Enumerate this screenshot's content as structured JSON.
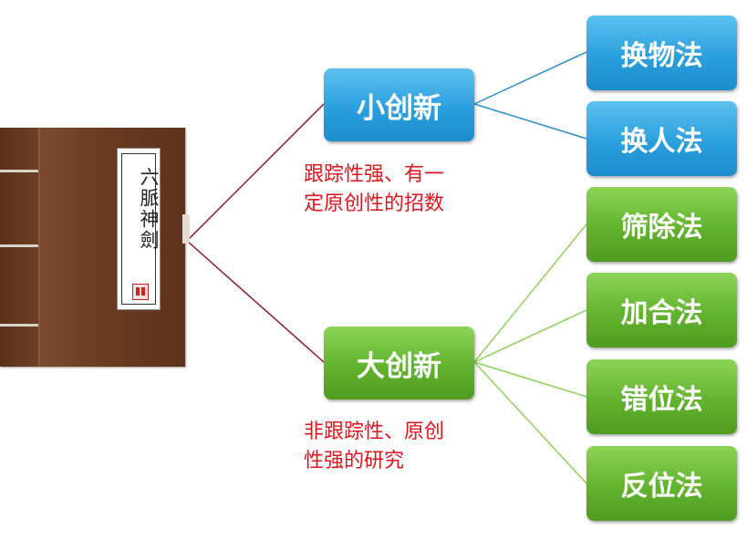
{
  "book": {
    "title": "六脈神劍",
    "seal_text": "印章"
  },
  "small_innovation": {
    "label": "小创新",
    "note_line1": "跟踪性强、有一",
    "note_line2": "定原创性的招数",
    "color": "#2b9fde",
    "line_color": "#2a8fc8",
    "methods": [
      "换物法",
      "换人法"
    ]
  },
  "big_innovation": {
    "label": "大创新",
    "note_line1": "非跟踪性、原创",
    "note_line2": "性强的研究",
    "color": "#62b32e",
    "line_color": "#8fd05a",
    "methods": [
      "筛除法",
      "加合法",
      "错位法",
      "反位法"
    ]
  },
  "colors": {
    "root_line": "#8b1a2b",
    "note_text": "#e0141e"
  }
}
